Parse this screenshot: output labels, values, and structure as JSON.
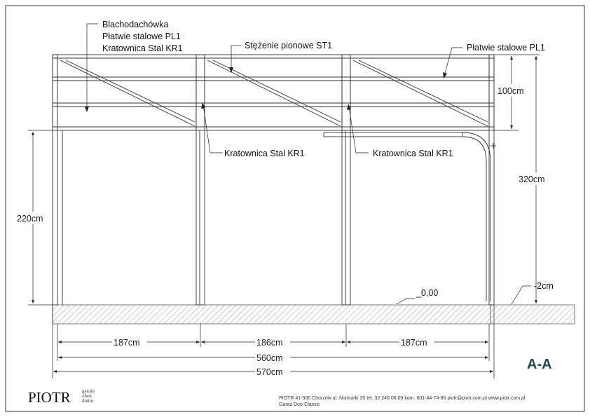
{
  "labels": {
    "roof_line1": "Blachodachówka",
    "roof_line2": "Płatwie stalowe PL1",
    "roof_line3": "Kratownica Stal KR1",
    "bracing": "Stężenie pionowe ST1",
    "purlins_right": "Płatwie stalowe PL1",
    "truss_left": "Kratownica Stal KR1",
    "truss_right": "Kratownica Stal KR1",
    "ground_level": "_0,00",
    "ground_offset": "-2cm"
  },
  "dimensions": {
    "truss_height": "100cm",
    "total_height": "320cm",
    "opening_height": "220cm",
    "bay1": "187cm",
    "bay2": "186cm",
    "bay3": "187cm",
    "inner_length": "560cm",
    "total_length": "570cm"
  },
  "section": {
    "title": "A-A",
    "title_color": "#1f4a4e"
  },
  "footer": {
    "brand": "PIOTR",
    "tag1": "garaże",
    "tag2": "obok",
    "tag3": "domu",
    "address_line": "PIOTR 41-500 Chorzów ul. Nomiarki 35     tel. 32 246 06 09    kom. 601-44-74-86   piotr@piotr.com.pl  www.piotr.com.pl",
    "product": "Garaż Duo-Classic"
  }
}
